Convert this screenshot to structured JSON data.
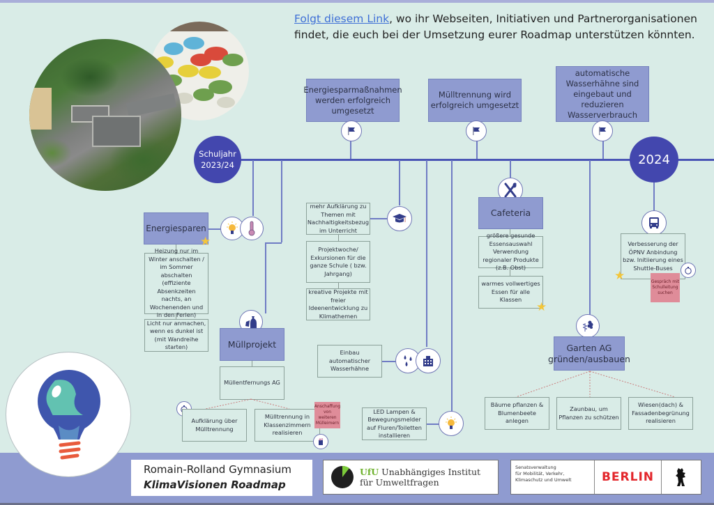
{
  "intro": {
    "link_text": "Folgt diesem Link",
    "text": ", wo ihr Webseiten, Initiativen und Partnerorganisationen findet, die euch bei der Umsetzung eurer Roadmap unterstützen könnten."
  },
  "timeline": {
    "start_label_line1": "Schuljahr",
    "start_label_line2": "2023/24",
    "end_label": "2024"
  },
  "goals": [
    {
      "label": "Energiesparmaßnahmen werden erfolgreich umgesetzt",
      "icon": "flag-icon"
    },
    {
      "label": "Mülltrennung wird erfolgreich umgesetzt",
      "icon": "flag-icon"
    },
    {
      "label": "automatische Wasserhähne sind eingebaut und reduzieren Wasserverbrauch",
      "icon": "flag-icon"
    }
  ],
  "projects": {
    "energiesparen": {
      "title": "Energiesparen",
      "icons": [
        "lightbulb-icon",
        "thermometer-icon"
      ],
      "items": [
        "Heizung nur im Winter anschalten / im Sommer abschalten (effiziente Absenkzeiten nachts, an Wochenenden und in den Ferien)",
        "Licht nur anmachen, wenn es dunkel ist (mit Wandreihe starten)"
      ]
    },
    "muellprojekt": {
      "title": "Müllprojekt",
      "icon": "trash-bag-icon",
      "items": [
        "Müllentfernungs AG"
      ],
      "sub_items": [
        "Aufklärung über Mülltrennung",
        "Mülltrennung in Klassenzimmern realisieren"
      ],
      "note": "Anschaffung von weiteren Mülleimern"
    },
    "bildung": {
      "icon": "graduation-cap-icon",
      "items": [
        "mehr Aufklärung zu Themen mit Nachhaltigkeitsbezug im Unterricht",
        "Projektwoche/ Exkursionen für die ganze Schule ( bzw. Jahrgang)",
        "kreative Projekte mit freier Ideenentwicklung zu Klimathemen"
      ]
    },
    "wasser": {
      "icons": [
        "water-drops-icon",
        "building-icon"
      ],
      "item": "Einbau automatischer Wasserhähne"
    },
    "led": {
      "icon": "lightbulb-icon",
      "item": "LED Lampen & Bewegungsmelder auf Fluren/Toiletten installieren"
    },
    "cafeteria": {
      "title": "Cafeteria",
      "icon": "fork-knife-icon",
      "items": [
        "größere gesunde Essensauswahl Verwendung regionaler Produkte  (z.B. Obst)",
        "warmes vollwertiges Essen für alle Klassen"
      ]
    },
    "oepnv": {
      "icon": "bus-icon",
      "item": "Verbesserung der ÖPNV Anbindung bzw. Initiierung eines Shuttle-Buses",
      "note": "Gespräch mit Schulleitung suchen"
    },
    "garten": {
      "title": "Garten AG gründen/ausbauen",
      "icon": "plants-icon",
      "sub_items": [
        "Bäume pflanzen & Blumenbeete anlegen",
        "Zaunbau, um Pflanzen zu schützen",
        "Wiesen(dach) & Fassadenbegrünung realisieren"
      ]
    }
  },
  "footer": {
    "school_name": "Romain-Rolland Gymnasium",
    "roadmap_title": "KlimaVisionen Roadmap",
    "ufu_abbr": "UfU",
    "ufu_line1": " Unabhängiges Institut",
    "ufu_line2": "für Umweltfragen",
    "senat_line1": "Senatsverwaltung",
    "senat_line2": "für Mobilität, Verkehr,",
    "senat_line3": "Klimaschutz und Umwelt",
    "berlin": "BERLIN"
  },
  "colors": {
    "background": "#d9ece7",
    "accent_dark": "#4347ae",
    "box_fill": "#8f9bd0",
    "note_pink": "#df8c99",
    "star": "#f3c63a",
    "link": "#3e6fd6"
  }
}
